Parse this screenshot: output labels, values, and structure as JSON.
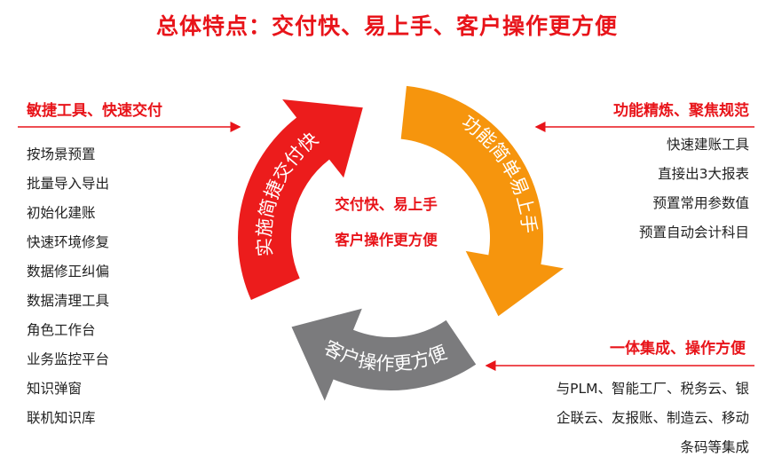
{
  "title": "总体特点：交付快、易上手、客户操作更方便",
  "colors": {
    "red": "#ec1c1c",
    "orange": "#f6950d",
    "gray": "#7b7b7d",
    "accent": "#e8141a"
  },
  "cycle": {
    "red_label": "实施简捷交付快",
    "orange_label": "功能简单易上手",
    "gray_label": "客户操作更方便",
    "center_line1": "交付快、易上手",
    "center_line2": "客户操作更方便"
  },
  "left": {
    "header": "敏捷工具、快速交付",
    "items": [
      "按场景预置",
      "批量导入导出",
      "初始化建账",
      "快速环境修复",
      "数据修正纠偏",
      "数据清理工具",
      "角色工作台",
      "业务监控平台",
      "知识弹窗",
      "联机知识库"
    ]
  },
  "right_top": {
    "header": "功能精炼、聚焦规范",
    "items": [
      "快速建账工具",
      "直接出3大报表",
      "预置常用参数值",
      "预置自动会计科目"
    ]
  },
  "right_bottom": {
    "header": "一体集成、操作方便",
    "items": [
      "与PLM、智能工厂、税务云、银",
      "企联云、友报账、制造云、移动",
      "条码等集成"
    ]
  }
}
